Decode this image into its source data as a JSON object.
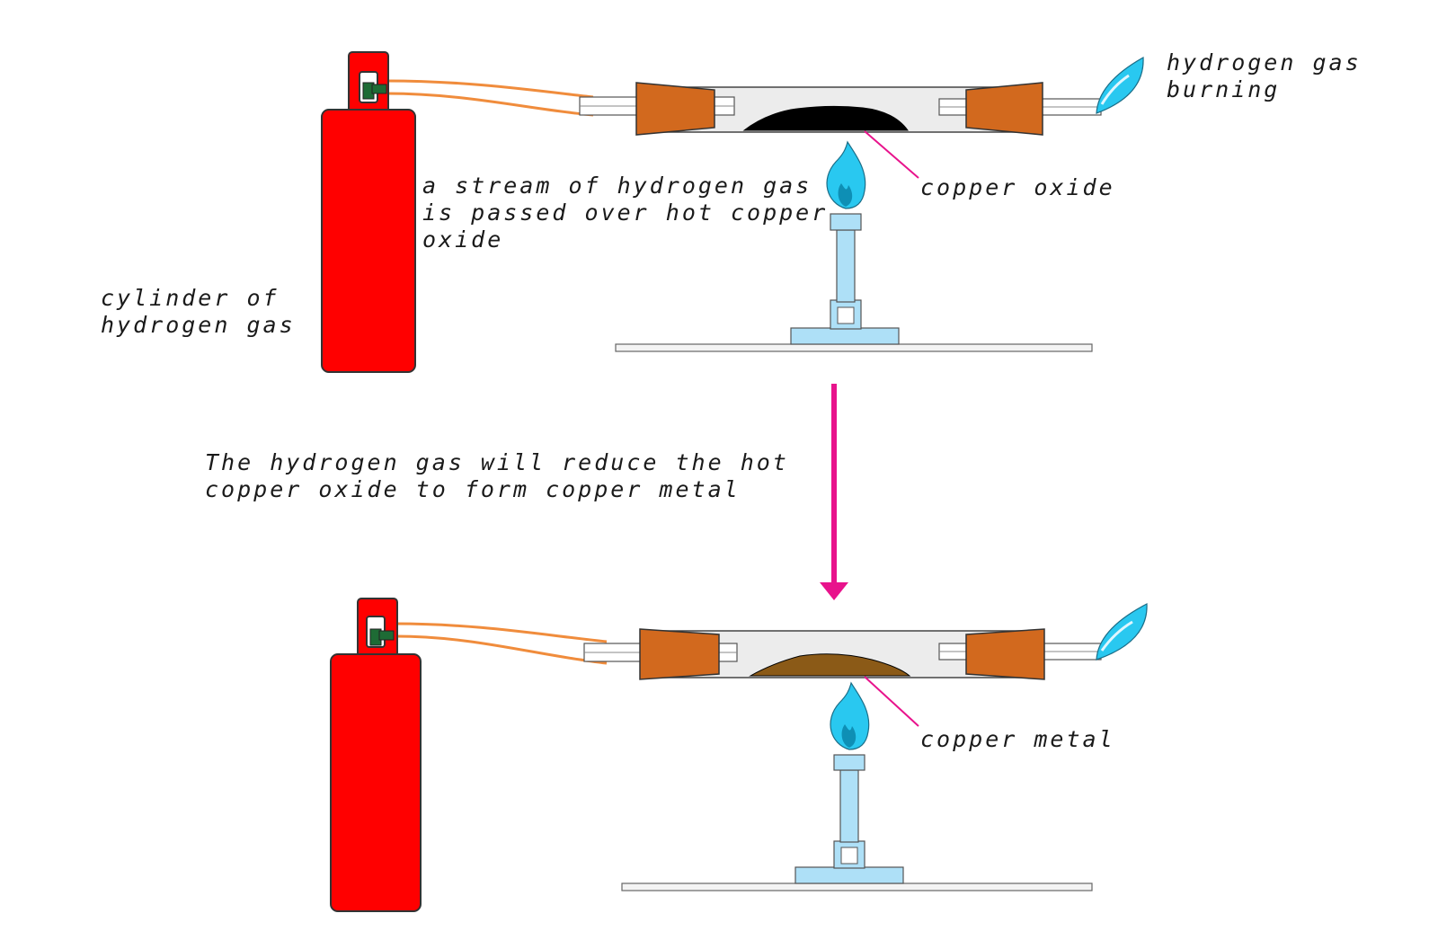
{
  "labels": {
    "hydrogen_burning": [
      "hydrogen gas",
      "burning"
    ],
    "copper_oxide": "copper oxide",
    "stream": [
      "a stream of hydrogen gas",
      "is passed over hot copper",
      "oxide"
    ],
    "cylinder": [
      "cylinder of",
      "hydrogen gas"
    ],
    "reduce": [
      "The hydrogen gas will reduce the hot",
      "copper oxide to form copper metal"
    ],
    "copper_metal": "copper metal"
  },
  "colors": {
    "cylinder": "#ff0000",
    "valve": "#1e6b35",
    "hose": "#f08c3c",
    "bung": "#d2691e",
    "copper_oxide": "#000000",
    "copper_metal": "#8b5a17",
    "flame": "#29c8f0",
    "burner": "#aee0f7",
    "arrow": "#e8138c",
    "pointer": "#e8138c"
  },
  "icons": [
    "gas-cylinder-icon",
    "rubber-bung-icon",
    "bunsen-burner-icon",
    "flame-icon",
    "arrow-down-icon"
  ]
}
